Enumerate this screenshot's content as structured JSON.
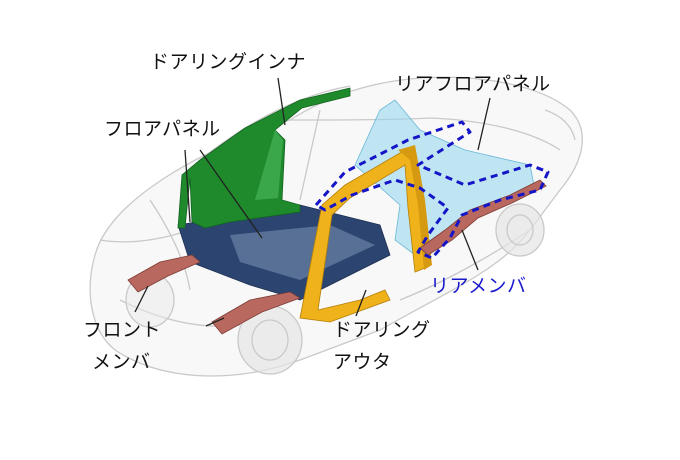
{
  "labels": {
    "door_ring_inner": "ドアリングインナ",
    "rear_floor_panel": "リアフロアパネル",
    "floor_panel": "フロアパネル",
    "rear_member": "リアメンバ",
    "front_member_line1": "フロント",
    "front_member_line2": "メンバ",
    "door_ring_outer_line1": "ドアリング",
    "door_ring_outer_line2": "アウタ"
  },
  "colors": {
    "door_ring_inner": "#1f8a2c",
    "door_ring_outer": "#f0b21a",
    "floor_panel": "#2c4470",
    "rear_floor_panel": "#8fd6ee",
    "members": "#b8685e",
    "rear_member_label": "#1a1acd",
    "highlight_dash": "#1515c8",
    "body_outline": "#c8c8c8",
    "leader_line": "#222222"
  }
}
